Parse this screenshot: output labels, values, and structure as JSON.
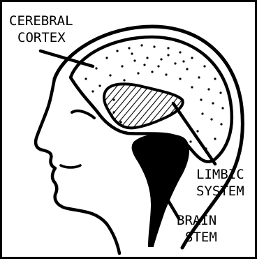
{
  "labels": {
    "cortex_line1": "CEREBRAL",
    "cortex_line2": "CORTEX",
    "limbic_line1": "LIMBIC",
    "limbic_line2": "SYSTEM",
    "stem_line1": "BRAIN",
    "stem_line2": "STEM"
  },
  "colors": {
    "ink": "#000000",
    "paper": "#ffffff"
  }
}
